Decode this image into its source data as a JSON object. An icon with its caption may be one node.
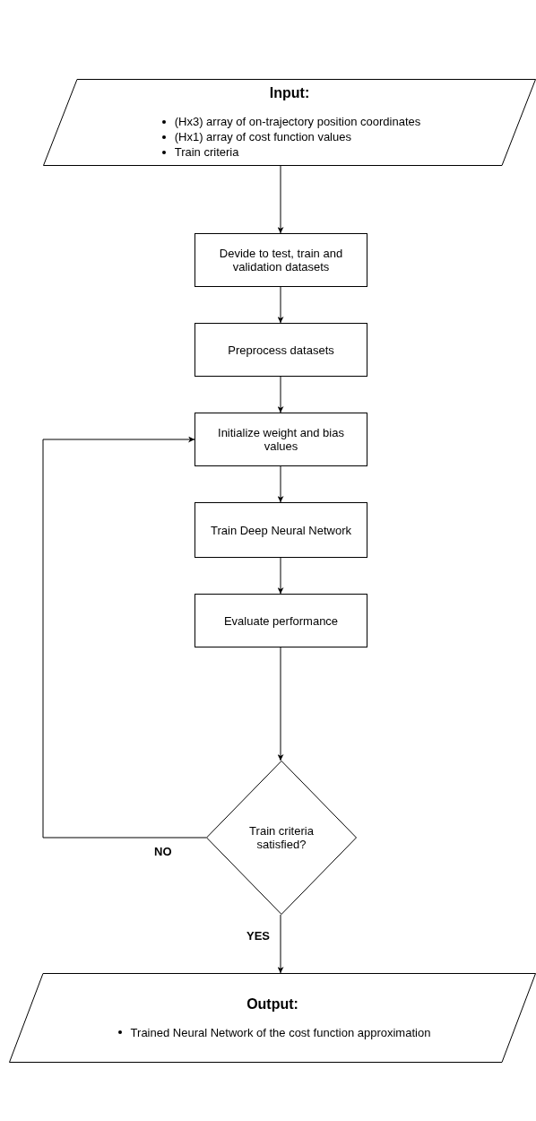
{
  "diagram": {
    "nodes": [
      {
        "text": [
          "Input:",
          "(Hx3) array of on-trajectory position coordinates",
          "(Hx1) array of cost function values",
          "Train criteria"
        ]
      },
      {
        "text": [
          "Devide to test, train and validation datasets"
        ]
      },
      {
        "text": [
          "Preprocess datasets"
        ]
      },
      {
        "text": [
          "Initialize weight and bias values"
        ]
      },
      {
        "text": [
          "Train Deep Neural Network"
        ]
      },
      {
        "text": [
          "Evaluate performance"
        ]
      },
      {
        "text": [
          "Train criteria satisfied?"
        ]
      },
      {
        "text": [
          "Output:",
          "Trained Neural Network of the cost function approximation"
        ]
      }
    ],
    "edges": [
      {
        "from": 0,
        "to": 1,
        "arrow": "to"
      },
      {
        "from": 1,
        "to": 2,
        "arrow": "to"
      },
      {
        "from": 2,
        "to": 3,
        "arrow": "to"
      },
      {
        "from": 3,
        "to": 4,
        "arrow": "to"
      },
      {
        "from": 4,
        "to": 5,
        "arrow": "to"
      },
      {
        "from": 5,
        "to": 6,
        "arrow": "to"
      },
      {
        "from": 6,
        "to": 3,
        "arrow": "to",
        "label": "NO"
      },
      {
        "from": 6,
        "to": 7,
        "arrow": "to",
        "label": "YES"
      }
    ]
  }
}
